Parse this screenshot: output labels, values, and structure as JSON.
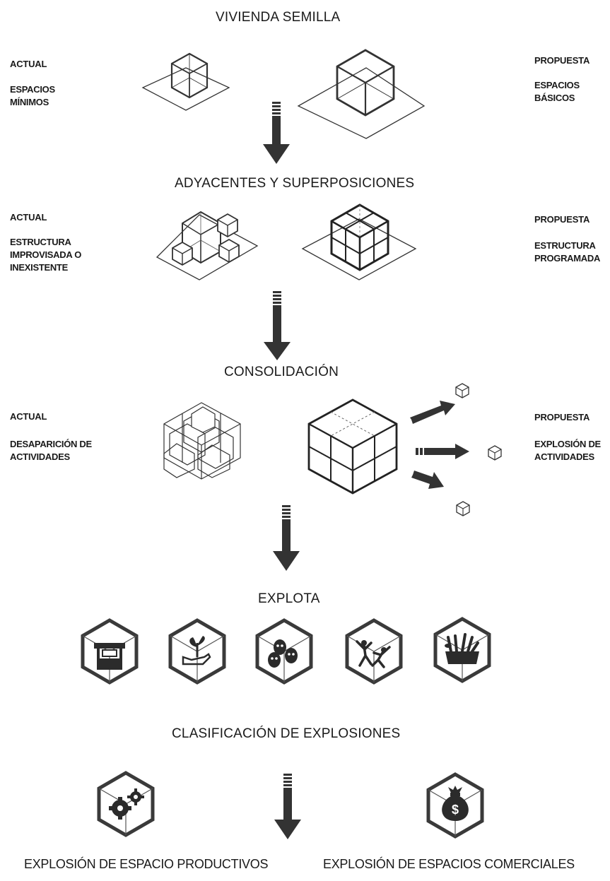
{
  "titles": {
    "s1": "VIVIENDA SEMILLA",
    "s2": "ADYACENTES Y SUPERPOSICIONES",
    "s3": "CONSOLIDACIÓN",
    "s4": "EXPLOTA",
    "s5": "CLASIFICACIÓN DE EXPLOSIONES"
  },
  "section1": {
    "left": {
      "label": "ACTUAL",
      "lines": [
        "ESPACIOS",
        "MÍNIMOS"
      ]
    },
    "right": {
      "label": "PROPUESTA",
      "lines": [
        "ESPACIOS",
        "BÁSICOS"
      ]
    }
  },
  "section2": {
    "left": {
      "label": "ACTUAL",
      "lines": [
        "ESTRUCTURA",
        "IMPROVISADA O",
        "INEXISTENTE"
      ]
    },
    "right": {
      "label": "PROPUESTA",
      "lines": [
        "ESTRUCTURA",
        "PROGRAMADA"
      ]
    }
  },
  "section3": {
    "left": {
      "label": "ACTUAL",
      "lines": [
        "DESAPARICIÓN DE",
        "ACTIVIDADES"
      ]
    },
    "right": {
      "label": "PROPUESTA",
      "lines": [
        "EXPLOSIÓN DE",
        "ACTIVIDADES"
      ]
    }
  },
  "explosion_icons": [
    "market-stall-icon",
    "plant-in-hand-icon",
    "theater-masks-icon",
    "dancers-icon",
    "food-basket-icon"
  ],
  "footer": {
    "left": "EXPLOSIÓN DE ESPACIO PRODUCTIVOS",
    "right": "EXPLOSIÓN DE ESPACIOS COMERCIALES"
  },
  "bottom_icons": [
    "gears-icon",
    "money-bag-icon"
  ],
  "money_symbol": "$",
  "colors": {
    "ink": "#1a1a1a",
    "stroke": "#333333",
    "icon_fill": "#2b2b2b"
  }
}
